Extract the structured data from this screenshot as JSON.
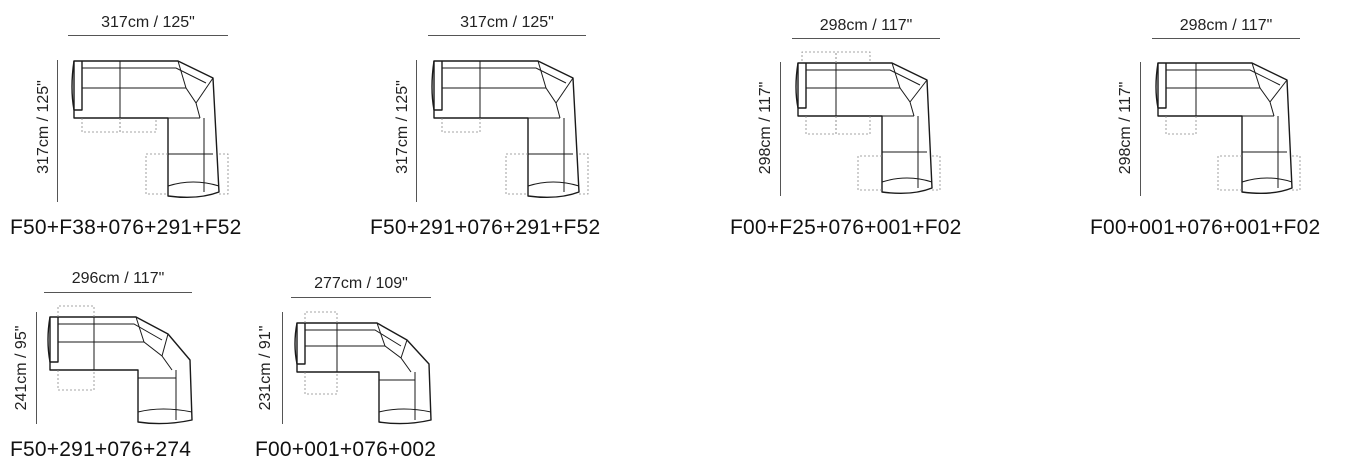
{
  "configurations": [
    {
      "width_label": "317cm / 125\"",
      "depth_label": "317cm / 125\"",
      "code": "F50+F38+076+291+F52"
    },
    {
      "width_label": "317cm / 125\"",
      "depth_label": "317cm / 125\"",
      "code": "F50+291+076+291+F52"
    },
    {
      "width_label": "298cm / 117\"",
      "depth_label": "298cm / 117\"",
      "code": "F00+F25+076+001+F02"
    },
    {
      "width_label": "298cm / 117\"",
      "depth_label": "298cm / 117\"",
      "code": "F00+001+076+001+F02"
    },
    {
      "width_label": "296cm / 117\"",
      "depth_label": "241cm / 95\"",
      "code": "F50+291+076+274"
    },
    {
      "width_label": "277cm / 109\"",
      "depth_label": "231cm / 91\"",
      "code": "F00+001+076+002"
    }
  ]
}
